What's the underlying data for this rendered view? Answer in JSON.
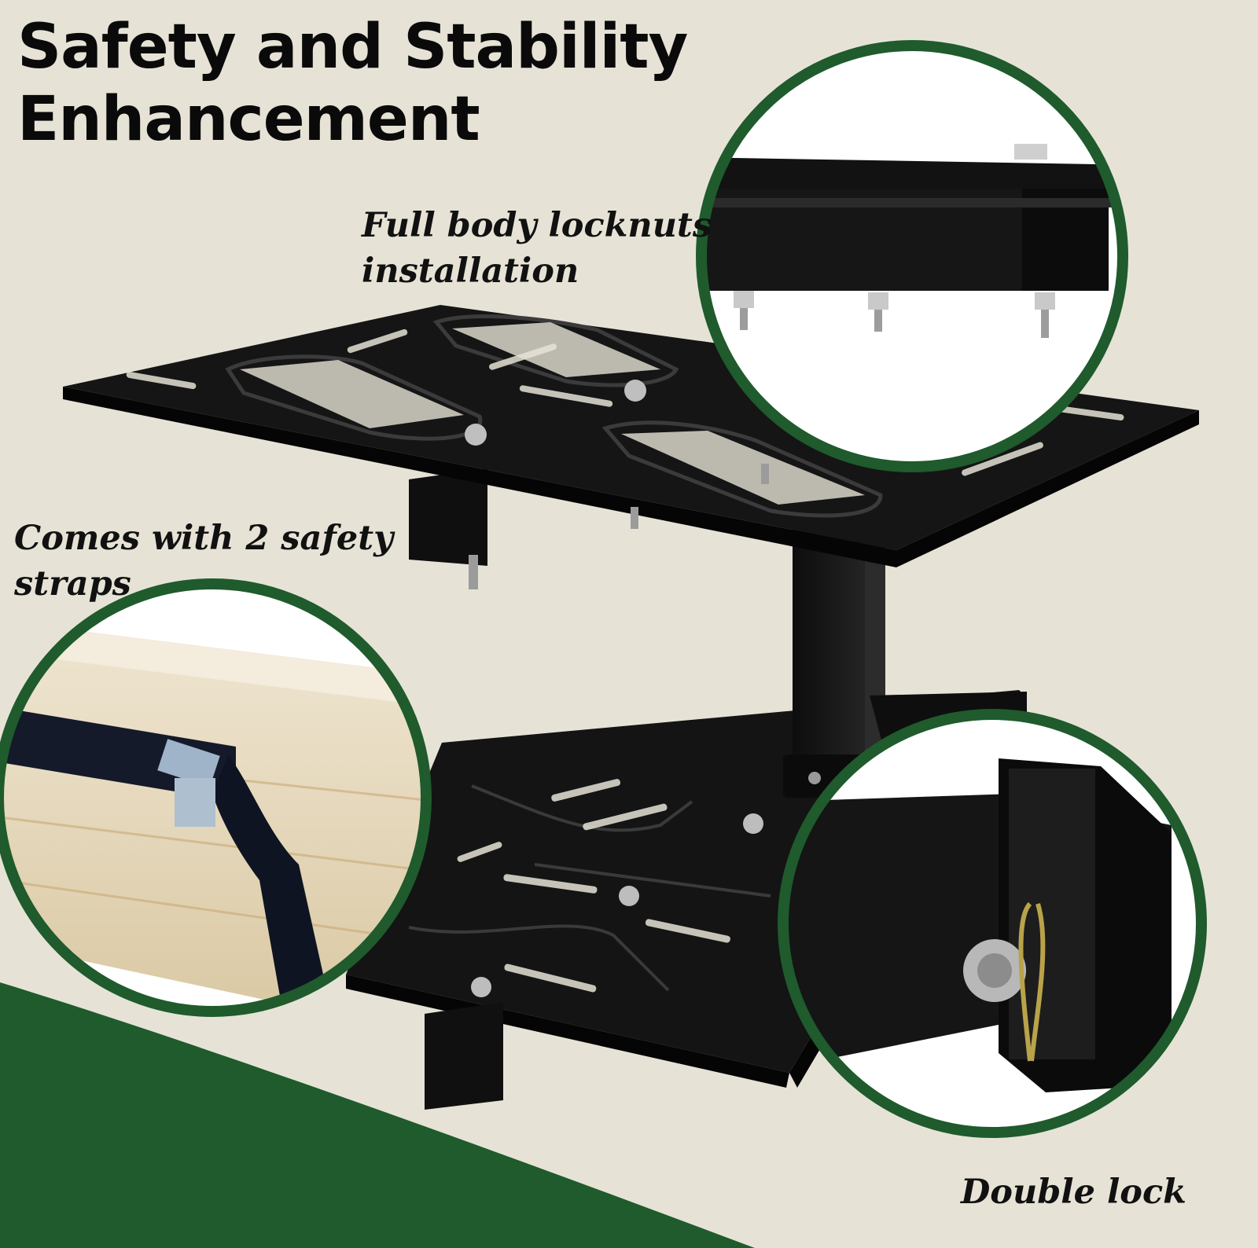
{
  "headline": {
    "line1": "Safety and Stability",
    "line2": "Enhancement"
  },
  "callouts": {
    "locknuts": {
      "line1": "Full body locknuts",
      "line2": "installation"
    },
    "straps": {
      "line1": "Comes with 2 safety",
      "line2": "straps"
    },
    "double_lock": {
      "text": "Double lock"
    }
  },
  "colors": {
    "background": "#e6e3d6",
    "brand_green": "#1f5b2c",
    "metal": "#141414",
    "text": "#0a0a0a"
  }
}
